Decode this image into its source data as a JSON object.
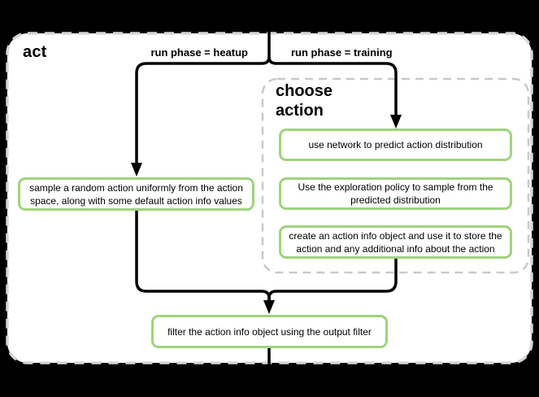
{
  "diagram": {
    "title": "act",
    "branches": {
      "heatup_label": "run phase = heatup",
      "training_label": "run phase = training"
    },
    "group": {
      "title": "choose action"
    },
    "nodes": {
      "sample": "sample a random action uniformly from the action space, along with some default action info values",
      "predict": "use network to predict action distribution",
      "explore": "Use the exploration policy to sample from the predicted distribution",
      "store": "create an action info object and use it to store the action and any additional info about the action",
      "filter": "filter the action info object using the output filter"
    },
    "colors": {
      "page_background": "#000000",
      "canvas_background": "#ffffff",
      "canvas_dashed_border": "#d6d6d6",
      "group_dashed_border": "#c9c9c9",
      "node_border_green": "#9fd37c",
      "edge_line": "#000000",
      "text": "#000000"
    }
  }
}
